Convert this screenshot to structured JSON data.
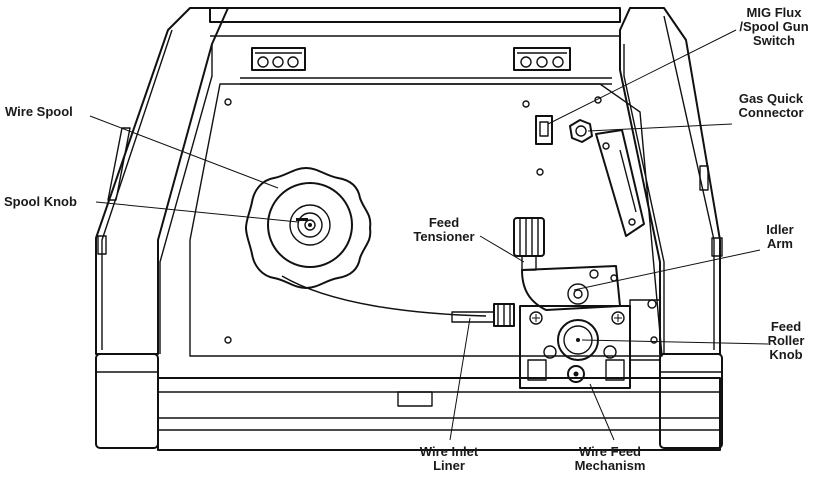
{
  "labels": {
    "mig_switch": [
      "MIG Flux",
      "/Spool Gun",
      "Switch"
    ],
    "gas_connector": [
      "Gas Quick",
      "Connector"
    ],
    "wire_spool": [
      "Wire Spool"
    ],
    "spool_knob": [
      "Spool Knob"
    ],
    "feed_tensioner": [
      "Feed",
      "Tensioner"
    ],
    "idler_arm": [
      "Idler",
      "Arm"
    ],
    "feed_roller_knob": [
      "Feed",
      "Roller",
      "Knob"
    ],
    "wire_inlet_liner": [
      "Wire Inlet",
      "Liner"
    ],
    "wire_feed_mechanism": [
      "Wire Feed",
      "Mechanism"
    ]
  }
}
